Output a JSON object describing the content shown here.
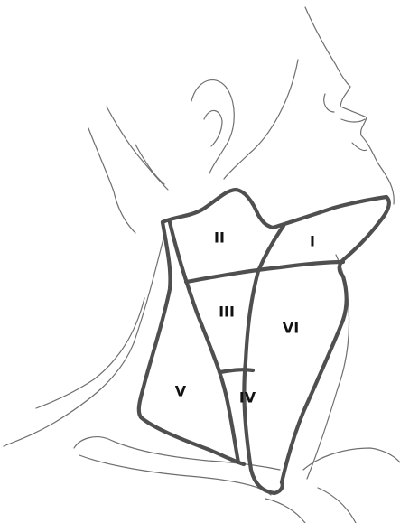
{
  "diagram": {
    "labels": {
      "level_I": "I",
      "level_II": "II",
      "level_III": "III",
      "level_IV": "IV",
      "level_V": "V",
      "level_VI": "VI"
    }
  }
}
